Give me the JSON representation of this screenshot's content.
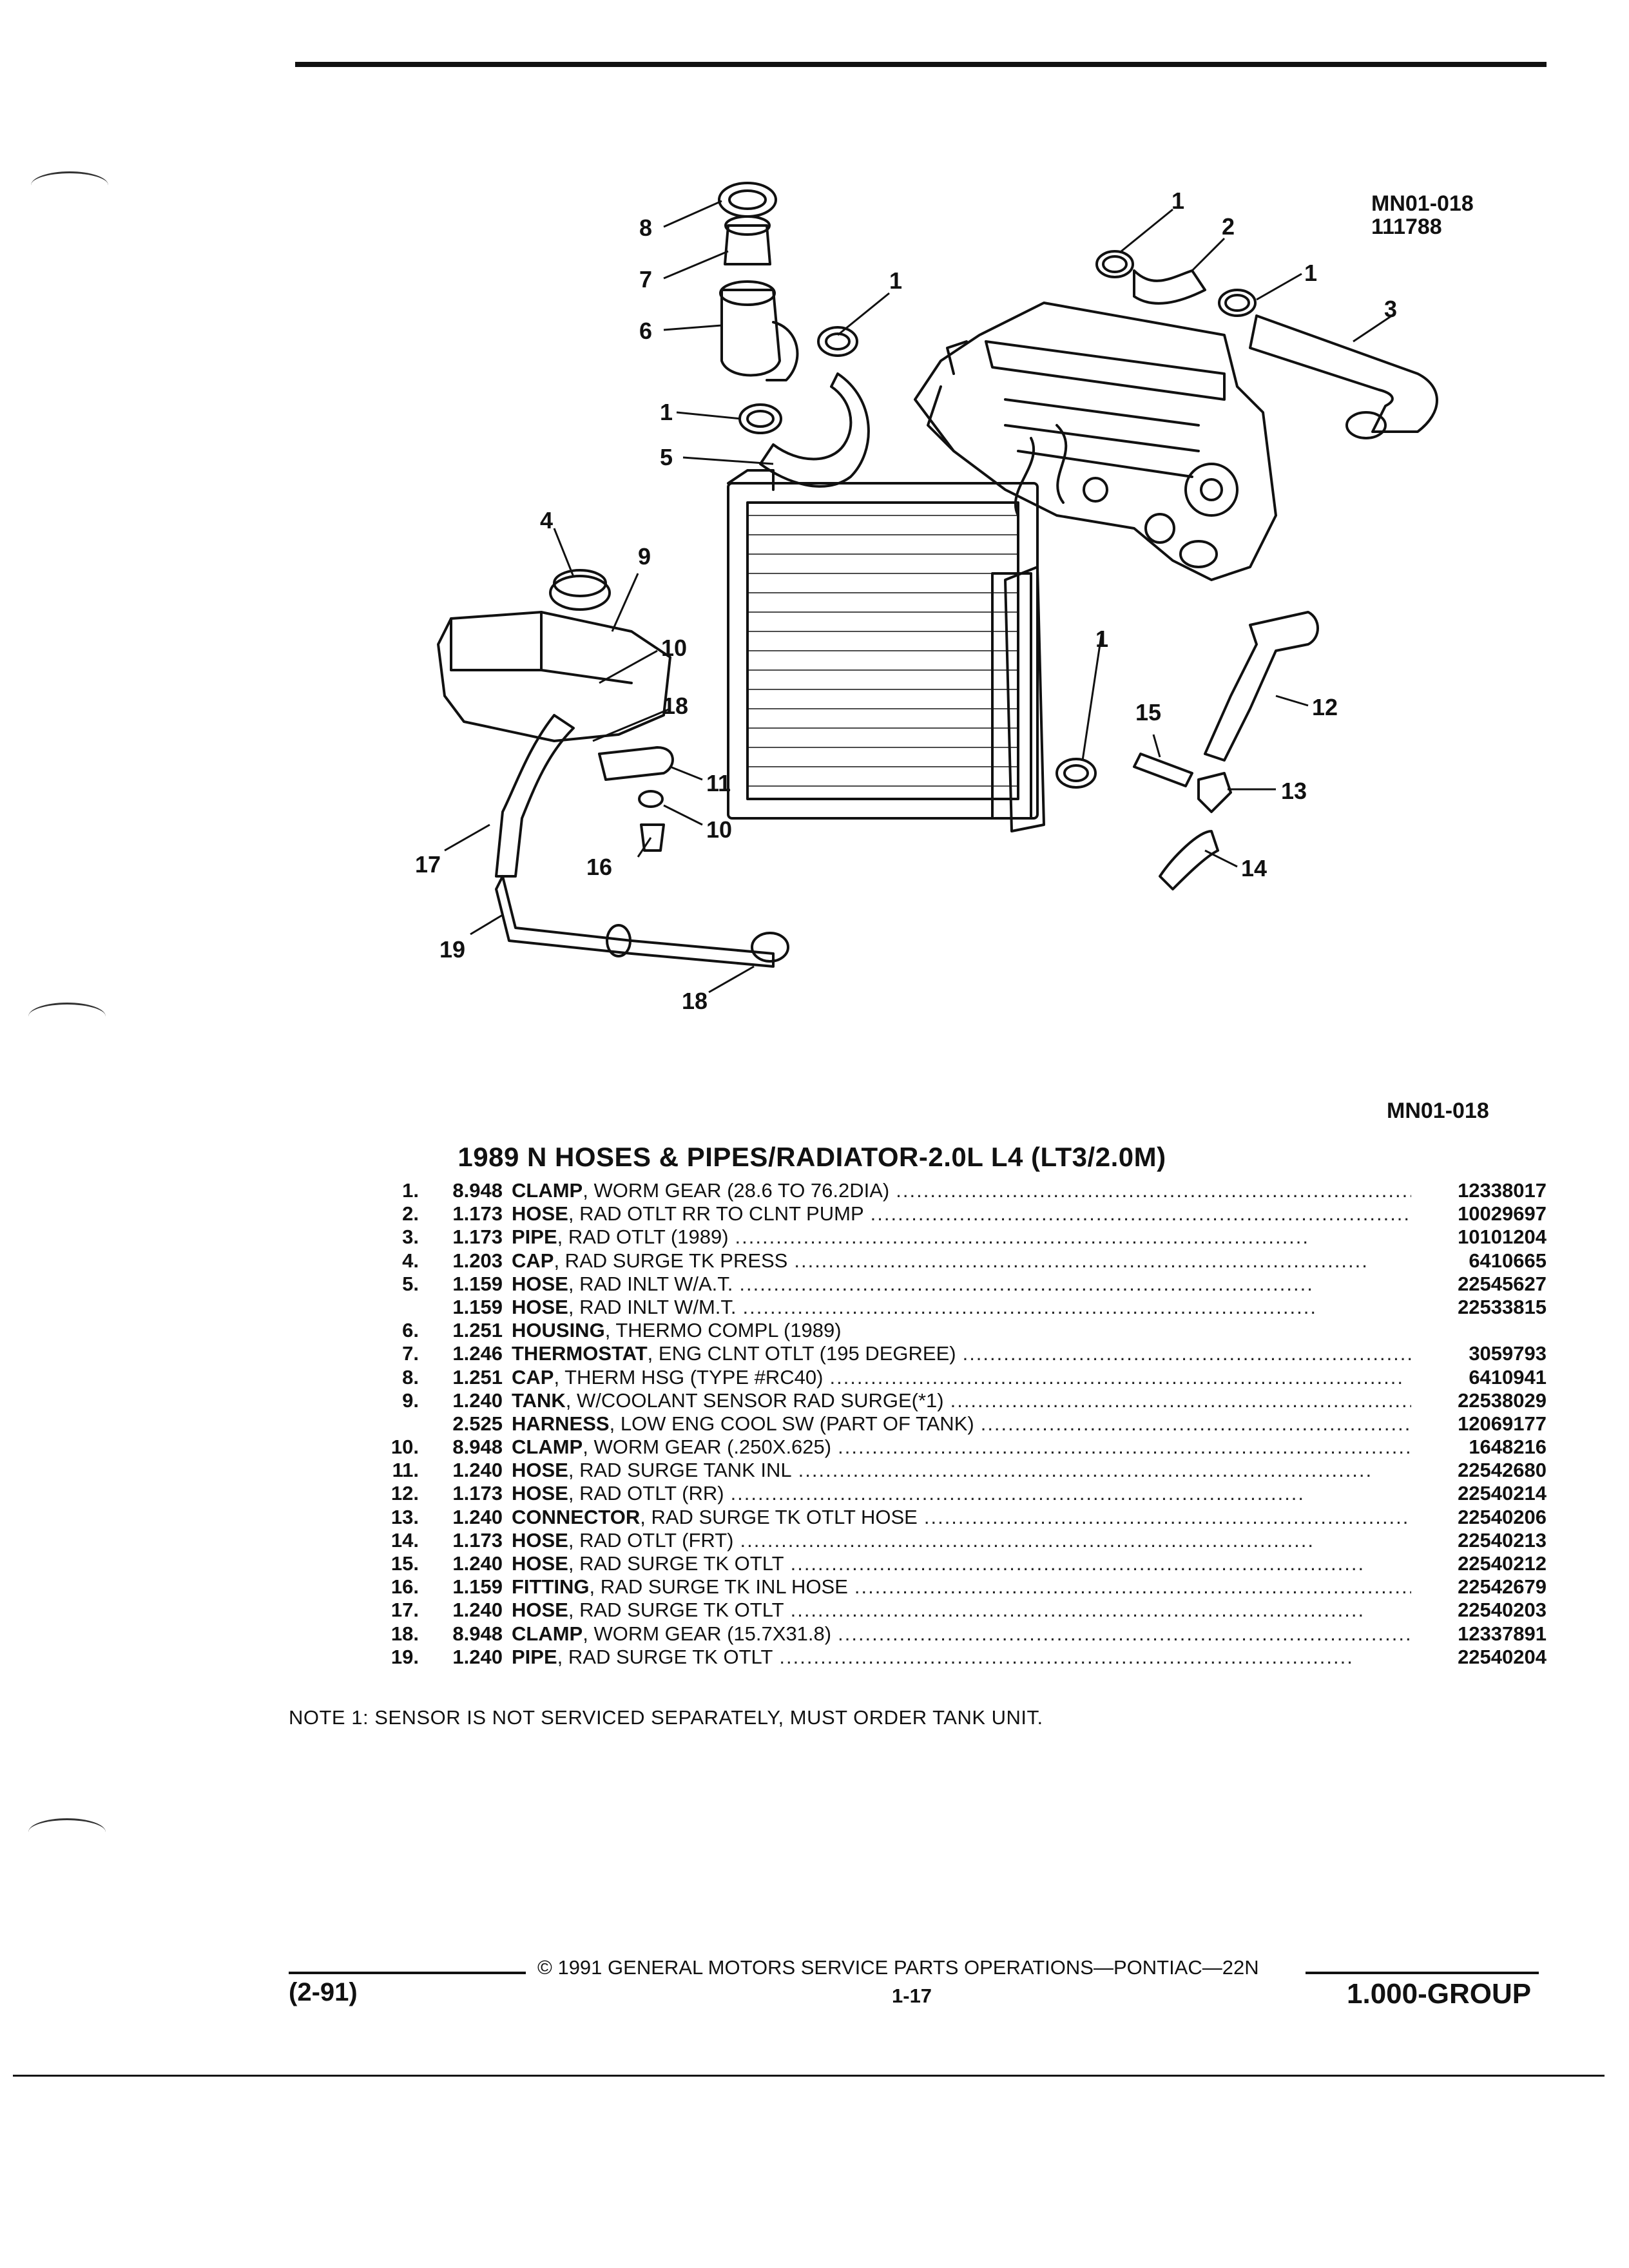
{
  "diagram": {
    "ref_code": "MN01-018",
    "ref_date": "111788",
    "callouts": {
      "c1a": "1",
      "c1b": "1",
      "c1c": "1",
      "c1d": "1",
      "c1e": "1",
      "c2": "2",
      "c3": "3",
      "c4": "4",
      "c5": "5",
      "c6": "6",
      "c7": "7",
      "c8": "8",
      "c9": "9",
      "c10a": "10",
      "c10b": "10",
      "c11": "11",
      "c12": "12",
      "c13": "13",
      "c14": "14",
      "c15": "15",
      "c16": "16",
      "c17": "17",
      "c18a": "18",
      "c18b": "18",
      "c19": "19"
    }
  },
  "section_ref": "MN01-018",
  "title": "1989 N HOSES & PIPES/RADIATOR-2.0L L4 (LT3/2.0M)",
  "parts": [
    {
      "num": "1.",
      "qty": "8.948",
      "name": "CLAMP",
      "desc": ", WORM GEAR (28.6 TO 76.2DIA)",
      "pn": "12338017"
    },
    {
      "num": "2.",
      "qty": "1.173",
      "name": "HOSE",
      "desc": ", RAD OTLT RR TO CLNT PUMP",
      "pn": "10029697"
    },
    {
      "num": "3.",
      "qty": "1.173",
      "name": "PIPE",
      "desc": ", RAD OTLT (1989)",
      "pn": "10101204"
    },
    {
      "num": "4.",
      "qty": "1.203",
      "name": "CAP",
      "desc": ", RAD SURGE TK PRESS",
      "pn": "6410665"
    },
    {
      "num": "5.",
      "qty": "1.159",
      "name": "HOSE",
      "desc": ", RAD INLT W/A.T.",
      "pn": "22545627"
    },
    {
      "num": "",
      "qty": "1.159",
      "name": "HOSE",
      "desc": ", RAD INLT W/M.T.",
      "pn": "22533815"
    },
    {
      "num": "6.",
      "qty": "1.251",
      "name": "HOUSING",
      "desc": ", THERMO COMPL (1989)",
      "pn": ""
    },
    {
      "num": "7.",
      "qty": "1.246",
      "name": "THERMOSTAT",
      "desc": ", ENG CLNT OTLT (195 DEGREE)",
      "pn": "3059793"
    },
    {
      "num": "8.",
      "qty": "1.251",
      "name": "CAP",
      "desc": ", THERM HSG (TYPE #RC40)",
      "pn": "6410941"
    },
    {
      "num": "9.",
      "qty": "1.240",
      "name": "TANK",
      "desc": ", W/COOLANT SENSOR RAD SURGE(*1)",
      "pn": "22538029"
    },
    {
      "num": "",
      "qty": "2.525",
      "name": "HARNESS",
      "desc": ", LOW ENG COOL SW (PART OF TANK)",
      "pn": "12069177"
    },
    {
      "num": "10.",
      "qty": "8.948",
      "name": "CLAMP",
      "desc": ", WORM GEAR (.250X.625)",
      "pn": "1648216"
    },
    {
      "num": "11.",
      "qty": "1.240",
      "name": "HOSE",
      "desc": ", RAD SURGE TANK INL",
      "pn": "22542680"
    },
    {
      "num": "12.",
      "qty": "1.173",
      "name": "HOSE",
      "desc": ", RAD OTLT (RR)",
      "pn": "22540214"
    },
    {
      "num": "13.",
      "qty": "1.240",
      "name": "CONNECTOR",
      "desc": ", RAD SURGE TK OTLT HOSE",
      "pn": "22540206"
    },
    {
      "num": "14.",
      "qty": "1.173",
      "name": "HOSE",
      "desc": ", RAD OTLT (FRT)",
      "pn": "22540213"
    },
    {
      "num": "15.",
      "qty": "1.240",
      "name": "HOSE",
      "desc": ", RAD SURGE TK OTLT",
      "pn": "22540212"
    },
    {
      "num": "16.",
      "qty": "1.159",
      "name": "FITTING",
      "desc": ", RAD SURGE TK INL HOSE",
      "pn": "22542679"
    },
    {
      "num": "17.",
      "qty": "1.240",
      "name": "HOSE",
      "desc": ", RAD SURGE TK OTLT",
      "pn": "22540203"
    },
    {
      "num": "18.",
      "qty": "8.948",
      "name": "CLAMP",
      "desc": ", WORM GEAR (15.7X31.8)",
      "pn": "12337891"
    },
    {
      "num": "19.",
      "qty": "1.240",
      "name": "PIPE",
      "desc": ", RAD SURGE TK OTLT",
      "pn": "22540204"
    }
  ],
  "note": "NOTE  1:  SENSOR IS NOT SERVICED SEPARATELY, MUST ORDER TANK UNIT.",
  "footer": {
    "date_code": "(2-91)",
    "copyright": "© 1991 GENERAL MOTORS SERVICE PARTS OPERATIONS—PONTIAC—22N",
    "page": "1-17",
    "group": "1.000-GROUP"
  }
}
